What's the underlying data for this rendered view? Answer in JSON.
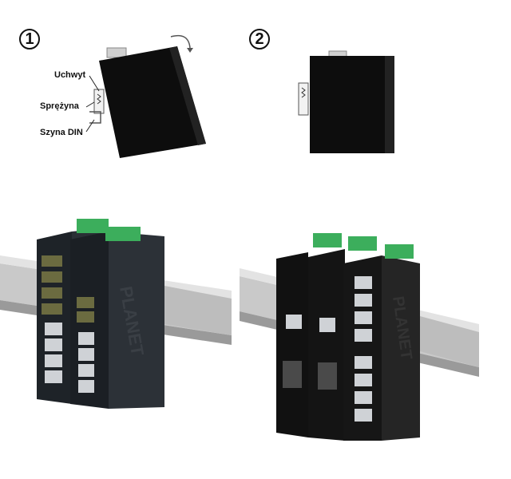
{
  "steps": [
    {
      "number": "1",
      "labels": {
        "bracket": "Uchwyt",
        "spring": "Sprężyna",
        "rail": "Szyna DIN"
      }
    },
    {
      "number": "2"
    }
  ],
  "colors": {
    "device_body": "#0d0d0d",
    "terminal_block": "#3cae5c",
    "rail": "#c9c9c9",
    "port_led": "#4a9f3a"
  }
}
